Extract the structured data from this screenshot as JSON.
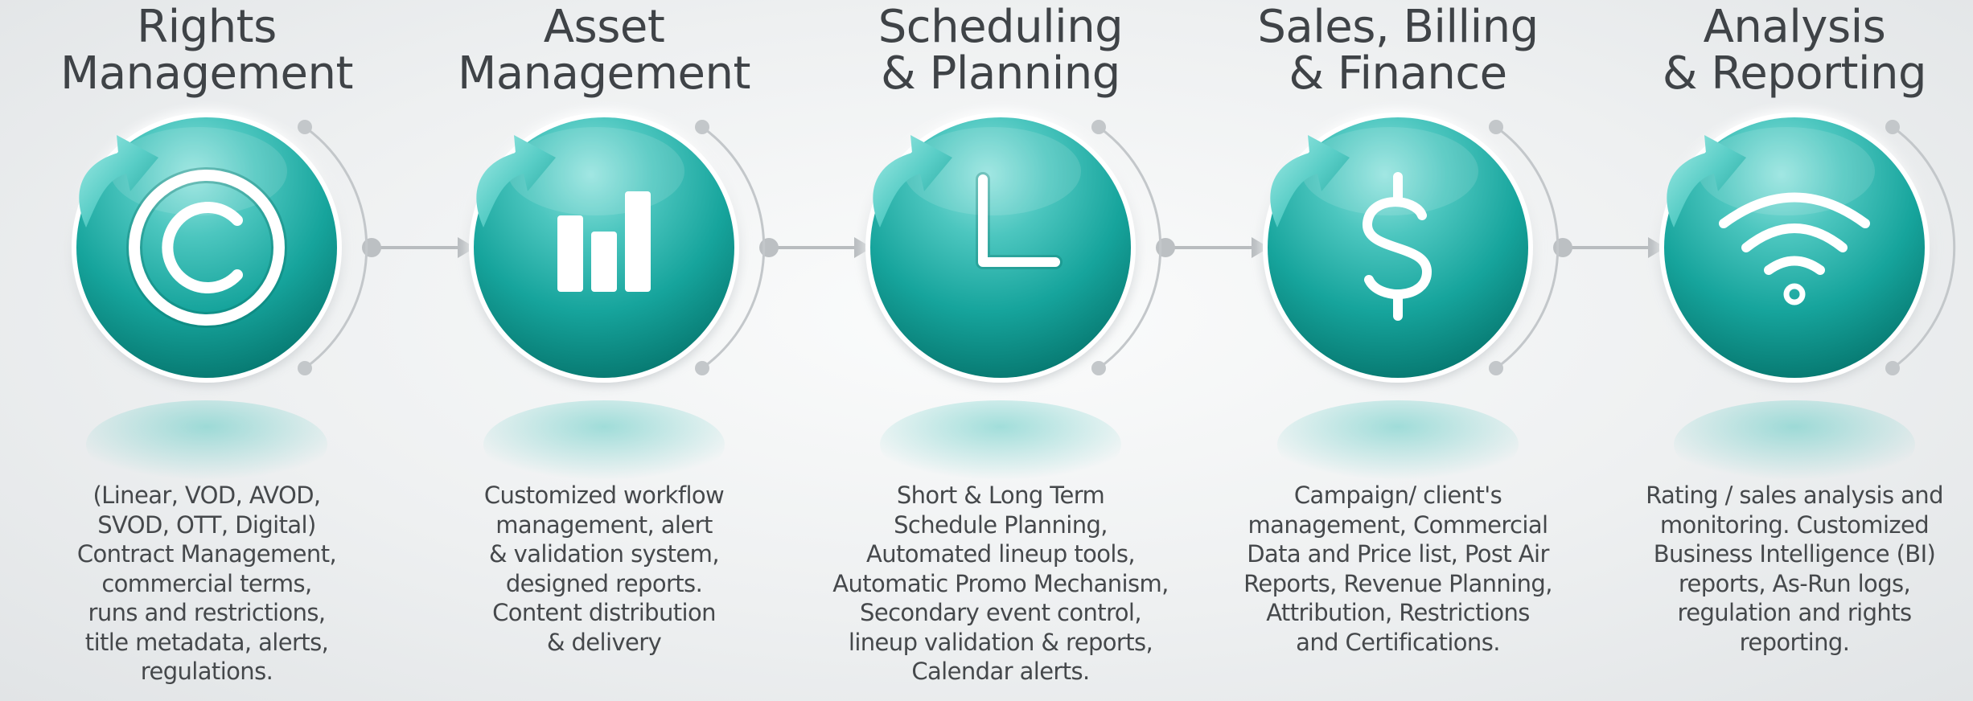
{
  "colors": {
    "teal_light": "#8fe0dc",
    "teal": "#1aa79f",
    "teal_dark": "#06766f",
    "connector_gray": "#b8bcbf",
    "title_text": "#3f4347",
    "body_text": "#45484b"
  },
  "steps": [
    {
      "icon": "copyright-icon",
      "title": [
        "Rights",
        "Management"
      ],
      "description": [
        "(Linear, VOD, AVOD,",
        "SVOD, OTT, Digital)",
        "Contract Management,",
        "commercial terms,",
        "runs and restrictions,",
        "title metadata, alerts,",
        "regulations."
      ]
    },
    {
      "icon": "bar-chart-icon",
      "title": [
        "Asset",
        "Management"
      ],
      "description": [
        "Customized workflow",
        "management, alert",
        "& validation system,",
        "designed reports.",
        "Content distribution",
        "& delivery"
      ]
    },
    {
      "icon": "clock-icon",
      "title": [
        "Scheduling",
        "& Planning"
      ],
      "description": [
        "Short & Long Term",
        "Schedule Planning,",
        "Automated lineup tools,",
        "Automatic Promo Mechanism,",
        "Secondary event control,",
        "lineup validation & reports,",
        "Calendar alerts."
      ]
    },
    {
      "icon": "dollar-icon",
      "title": [
        "Sales, Billing",
        "& Finance"
      ],
      "description": [
        "Campaign/ client's",
        "management, Commercial",
        "Data and Price list, Post Air",
        "Reports, Revenue Planning,",
        "Attribution, Restrictions",
        "and Certifications."
      ]
    },
    {
      "icon": "wifi-icon",
      "title": [
        "Analysis",
        "& Reporting"
      ],
      "description": [
        "Rating / sales analysis and",
        "monitoring. Customized",
        "Business Intelligence (BI)",
        "reports, As-Run logs,",
        "regulation and rights",
        "reporting."
      ]
    }
  ]
}
